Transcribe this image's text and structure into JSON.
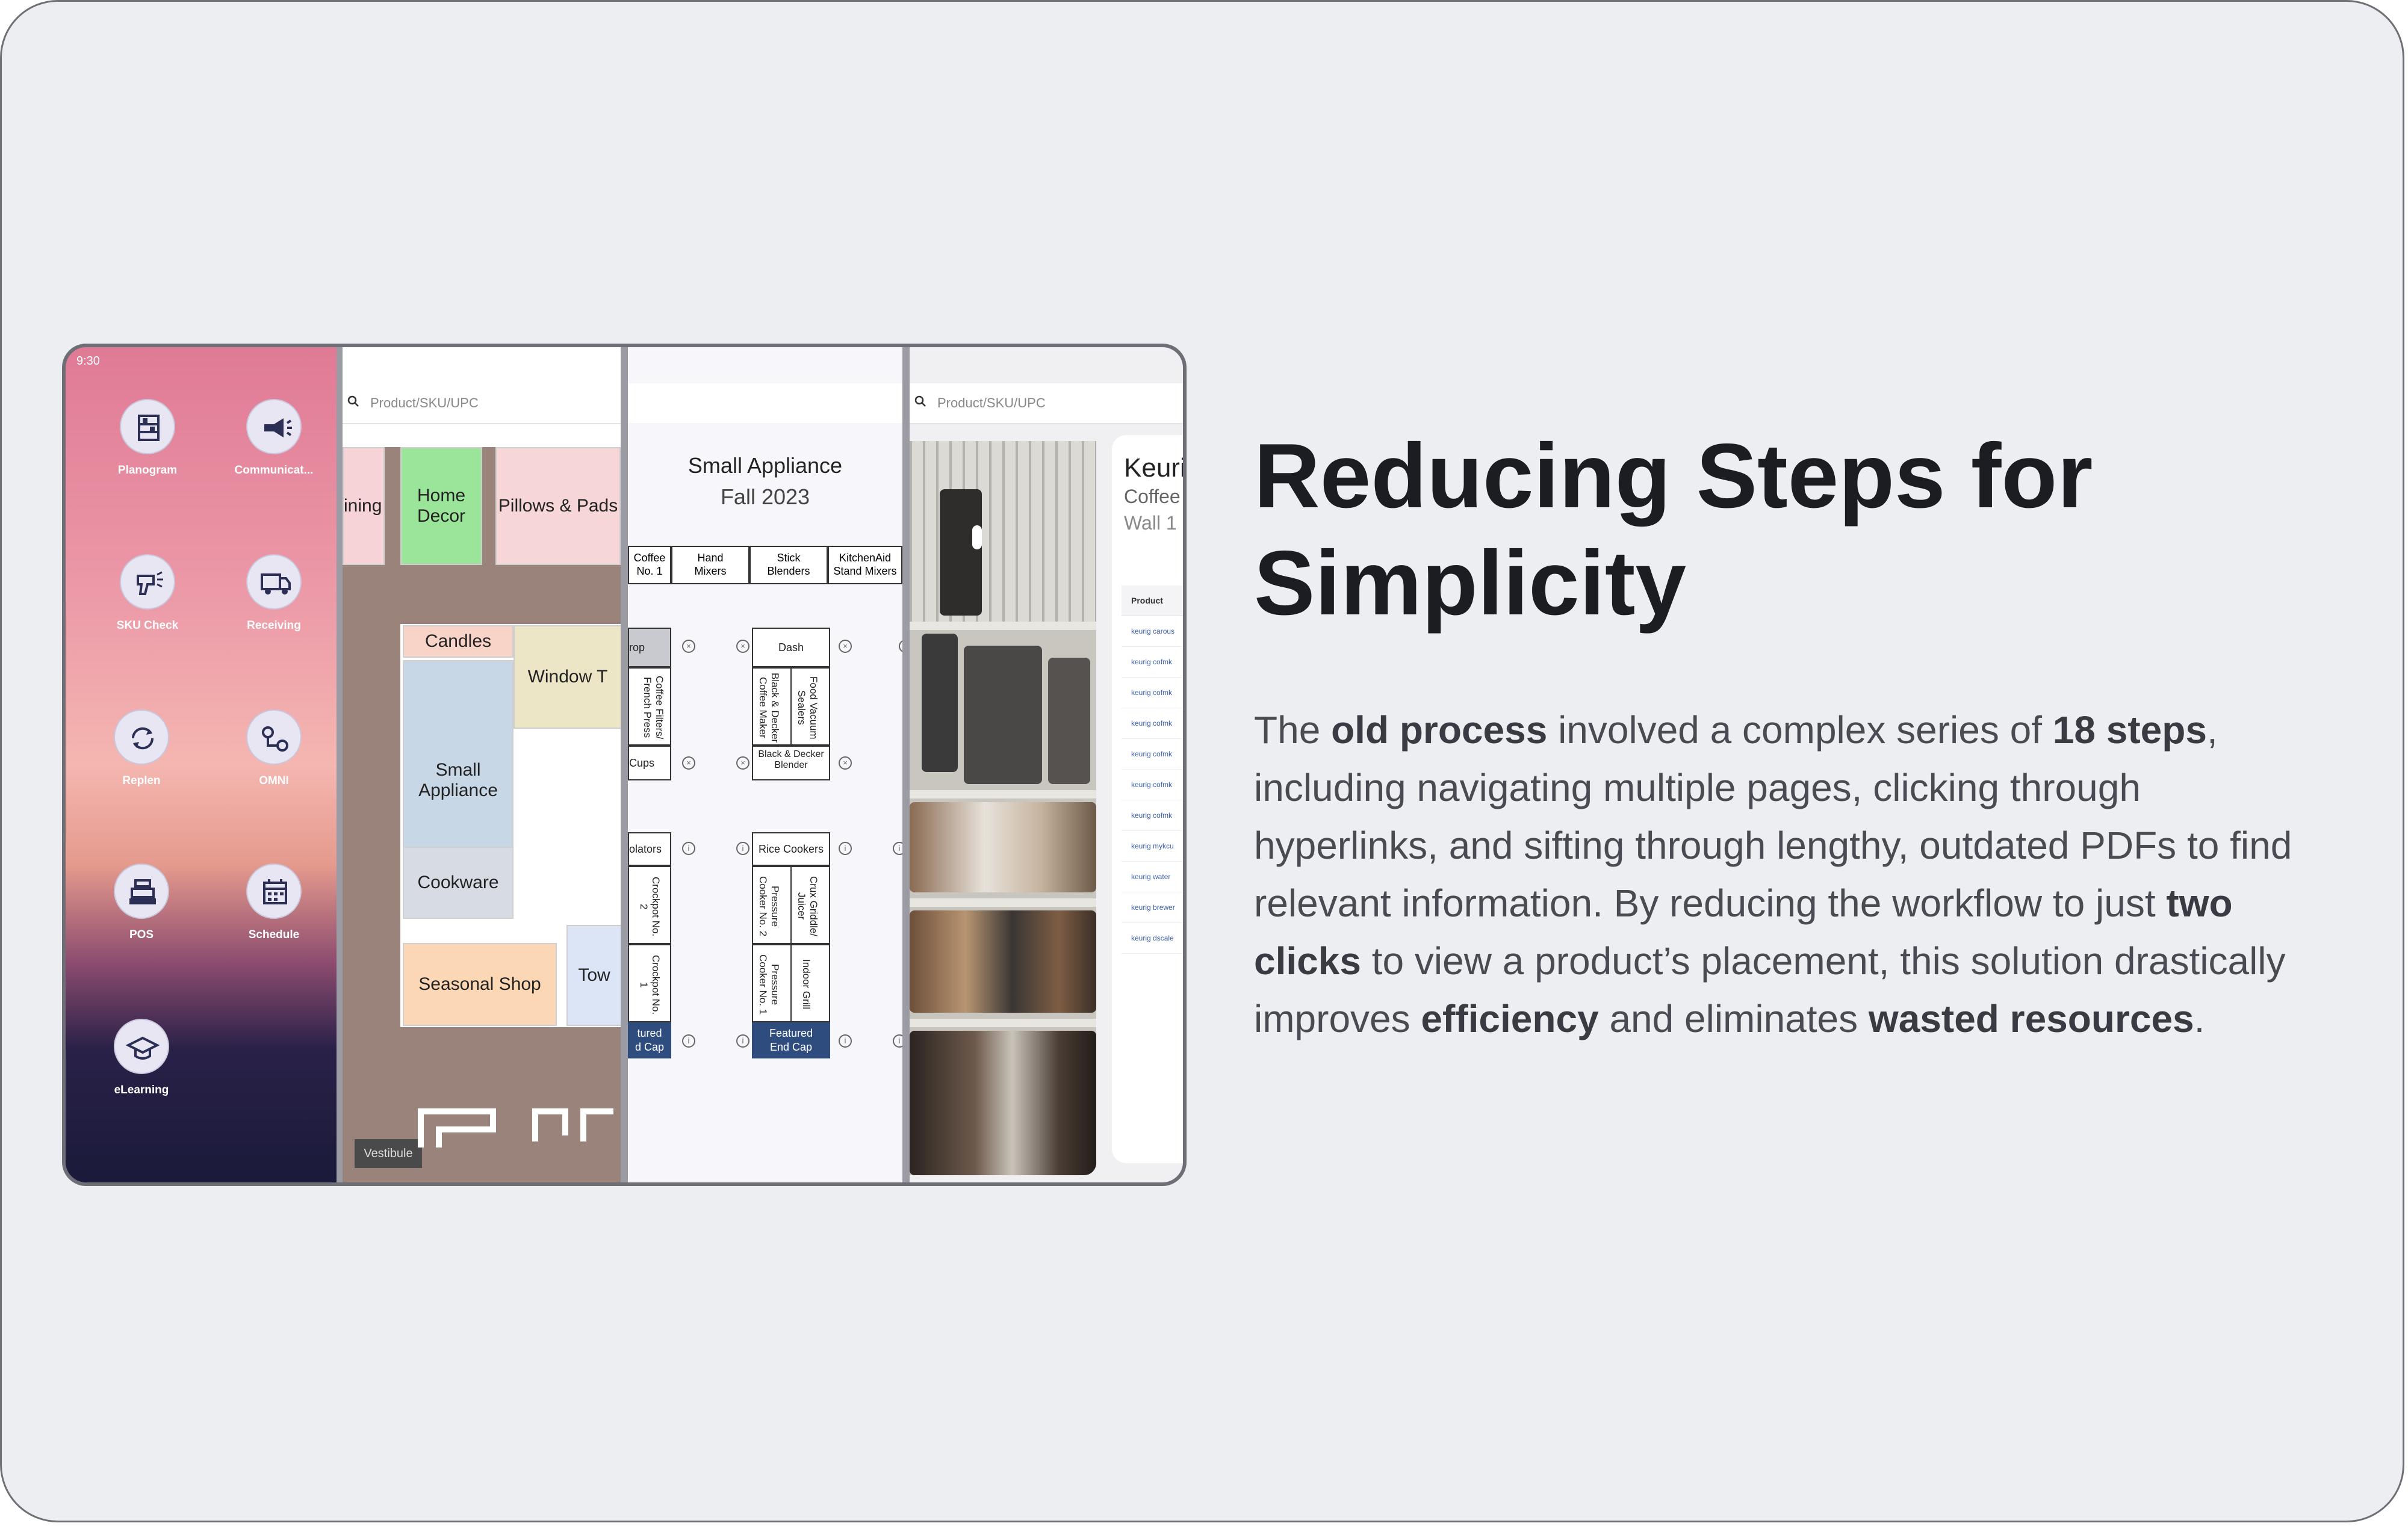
{
  "launcher": {
    "time": "9:30",
    "apps": [
      {
        "label": "Planogram",
        "icon": "shelving-icon"
      },
      {
        "label": "Communicat...",
        "icon": "megaphone-icon"
      },
      {
        "label": "SKU Check",
        "icon": "barcode-scanner-icon"
      },
      {
        "label": "Receiving",
        "icon": "truck-icon"
      },
      {
        "label": "Replen",
        "icon": "refresh-icon"
      },
      {
        "label": "OMNI",
        "icon": "omni-icon"
      },
      {
        "label": "POS",
        "icon": "cash-register-icon"
      },
      {
        "label": "Schedule",
        "icon": "calendar-icon"
      },
      {
        "label": "eLearning",
        "icon": "graduation-cap-icon"
      }
    ]
  },
  "map": {
    "search_placeholder": "Product/SKU/UPC",
    "departments": {
      "dining": "ining",
      "home_decor": "Home Decor",
      "pillows": "Pillows & Pads",
      "candles": "Candles",
      "window": "Window T",
      "small_appliance": "Small Appliance",
      "cookware": "Cookware",
      "seasonal": "Seasonal Shop",
      "towels": "Tow",
      "vestibule": "Vestibule"
    }
  },
  "planogram": {
    "title": "Small Appliance",
    "subtitle": "Fall 2023",
    "top_row": [
      "Coffee\nNo. 1",
      "Hand\nMixers",
      "Stick\nBlenders",
      "KitchenAid\nStand Mixers"
    ],
    "fixtures": {
      "drop": "rop",
      "coffee_filters": "Coffee Filters/ French Press",
      "cups": "Cups",
      "dash": "Dash",
      "black_decker_coffee": "Black & Decker Coffee Maker",
      "food_vacuum": "Food Vacuum Sealers",
      "black_decker_blender": "Black & Decker Blender",
      "percolators": "olators",
      "rice_cookers": "Rice Cookers",
      "crockpot2": "Crockpot No. 2",
      "crockpot1": "Crockpot No. 1",
      "pressure2": "Pressure Cooker No. 2",
      "pressure1": "Pressure Cooker No. 1",
      "crux": "Crux Griddle/ Juicer",
      "indoor_grill": "Indoor Grill",
      "featured_left": "tured\nd Cap",
      "featured": "Featured\nEnd Cap"
    }
  },
  "product": {
    "search_placeholder": "Product/SKU/UPC",
    "title": "Keuri",
    "subtitle": "Coffee",
    "location": "Wall 1",
    "table_header": "Product",
    "rows": [
      "keurig carous",
      "keurig cofmk",
      "keurig cofmk",
      "keurig cofmk",
      "keurig cofmk",
      "keurig cofmk",
      "keurig cofmk",
      "keurig mykcu",
      "keurig water",
      "keurig brewer",
      "keurig dscale"
    ]
  },
  "article": {
    "headline": "Reducing Steps for Simplicity",
    "body": [
      {
        "t": "The ",
        "b": false
      },
      {
        "t": "old process",
        "b": true
      },
      {
        "t": " involved a complex series of ",
        "b": false
      },
      {
        "t": "18 steps",
        "b": true
      },
      {
        "t": ", including navigating multiple pages, clicking through hyperlinks, and sifting through lengthy, outdated PDFs to find relevant information. By reducing the workflow to just ",
        "b": false
      },
      {
        "t": "two clicks",
        "b": true
      },
      {
        "t": " to view a product’s placement, this solution drastically improves ",
        "b": false
      },
      {
        "t": "efficiency",
        "b": true
      },
      {
        "t": " and eliminates ",
        "b": false
      },
      {
        "t": "wasted resources",
        "b": true
      },
      {
        "t": ".",
        "b": false
      }
    ]
  },
  "colors": {
    "background": "#edeef2",
    "headline": "#1c1d22",
    "body": "#4a4b52",
    "endcap": "#2f4c7e"
  }
}
